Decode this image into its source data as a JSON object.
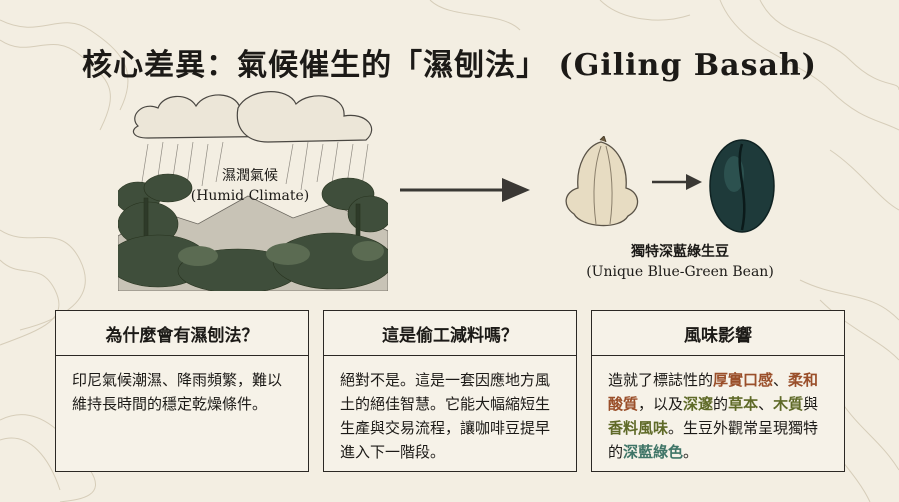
{
  "title": "核心差異：氣候催生的「濕刨法」 (Giling Basah)",
  "climate": {
    "label_zh": "濕潤氣候",
    "label_en": "(Humid Climate)"
  },
  "bean": {
    "label_zh": "獨特深藍綠生豆",
    "label_en": "(Unique Blue-Green Bean)"
  },
  "cards": [
    {
      "heading": "為什麼會有濕刨法？",
      "body": "印尼氣候潮濕、降雨頻繁，難以維持長時間的穩定乾燥條件。"
    },
    {
      "heading": "這是偷工減料嗎？",
      "body": "絕對不是。這是一套因應地方風土的絕佳智慧。它能大幅縮短生生產與交易流程，讓咖啡豆提早進入下一階段。"
    },
    {
      "heading": "風味影響",
      "body_parts": [
        {
          "text": "造就了標誌性的",
          "style": "plain"
        },
        {
          "text": "厚實口感",
          "style": "brown"
        },
        {
          "text": "、",
          "style": "plain"
        },
        {
          "text": "柔和酸質",
          "style": "brown"
        },
        {
          "text": "，以及",
          "style": "plain"
        },
        {
          "text": "深邃",
          "style": "olive"
        },
        {
          "text": "的",
          "style": "plain"
        },
        {
          "text": "草本",
          "style": "olive"
        },
        {
          "text": "、",
          "style": "plain"
        },
        {
          "text": "木質",
          "style": "olive"
        },
        {
          "text": "與",
          "style": "plain"
        },
        {
          "text": "香料風味",
          "style": "olive"
        },
        {
          "text": "。生豆外觀常呈現獨特的",
          "style": "plain"
        },
        {
          "text": "深藍綠色",
          "style": "teal"
        },
        {
          "text": "。",
          "style": "plain"
        }
      ]
    }
  ],
  "colors": {
    "background": "#f3eee2",
    "accent_brown": "#9a4f2a",
    "accent_olive": "#5f6a28",
    "accent_teal": "#3f7567"
  }
}
